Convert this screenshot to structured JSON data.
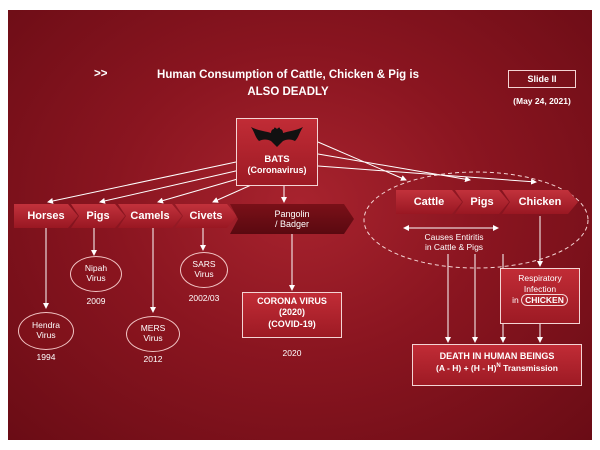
{
  "header": {
    "chevrons": ">>",
    "title_line1": "Human Consumption of Cattle, Chicken & Pig is",
    "title_line2": "ALSO DEADLY",
    "slide_label": "Slide II",
    "date": "(May 24, 2021)"
  },
  "bats": {
    "line1": "BATS",
    "line2": "(Coronavirus)"
  },
  "hosts": [
    "Horses",
    "Pigs",
    "Camels",
    "Civets"
  ],
  "pangolin": {
    "line1": "Pangolin",
    "line2": "/ Badger"
  },
  "livestock": [
    "Cattle",
    "Pigs",
    "Chicken"
  ],
  "viruses": {
    "nipah": {
      "line1": "Nipah",
      "line2": "Virus",
      "year": "2009"
    },
    "sars": {
      "line1": "SARS",
      "line2": "Virus",
      "year": "2002/03"
    },
    "hendra": {
      "line1": "Hendra",
      "line2": "Virus",
      "year": "1994"
    },
    "mers": {
      "line1": "MERS",
      "line2": "Virus",
      "year": "2012"
    }
  },
  "corona": {
    "line1": "CORONA VIRUS",
    "line2": "(2020)",
    "line3": "(COVID-19)",
    "year": "2020"
  },
  "enteritis": {
    "line1": "Causes Entiritis",
    "line2": "in Cattle & Pigs"
  },
  "respiratory": {
    "line1": "Respiratory",
    "line2": "Infection",
    "line3_prefix": "in",
    "line3_highlight": "CHICKEN"
  },
  "death": {
    "line1": "DEATH IN HUMAN BEINGS",
    "formula": "(A - H) + (H - H)",
    "superscript": "N",
    "suffix": "Transmission"
  },
  "colors": {
    "background": "#8a1520",
    "box": "#b0232d",
    "border": "#f4d4d4",
    "text": "#ffffff"
  }
}
